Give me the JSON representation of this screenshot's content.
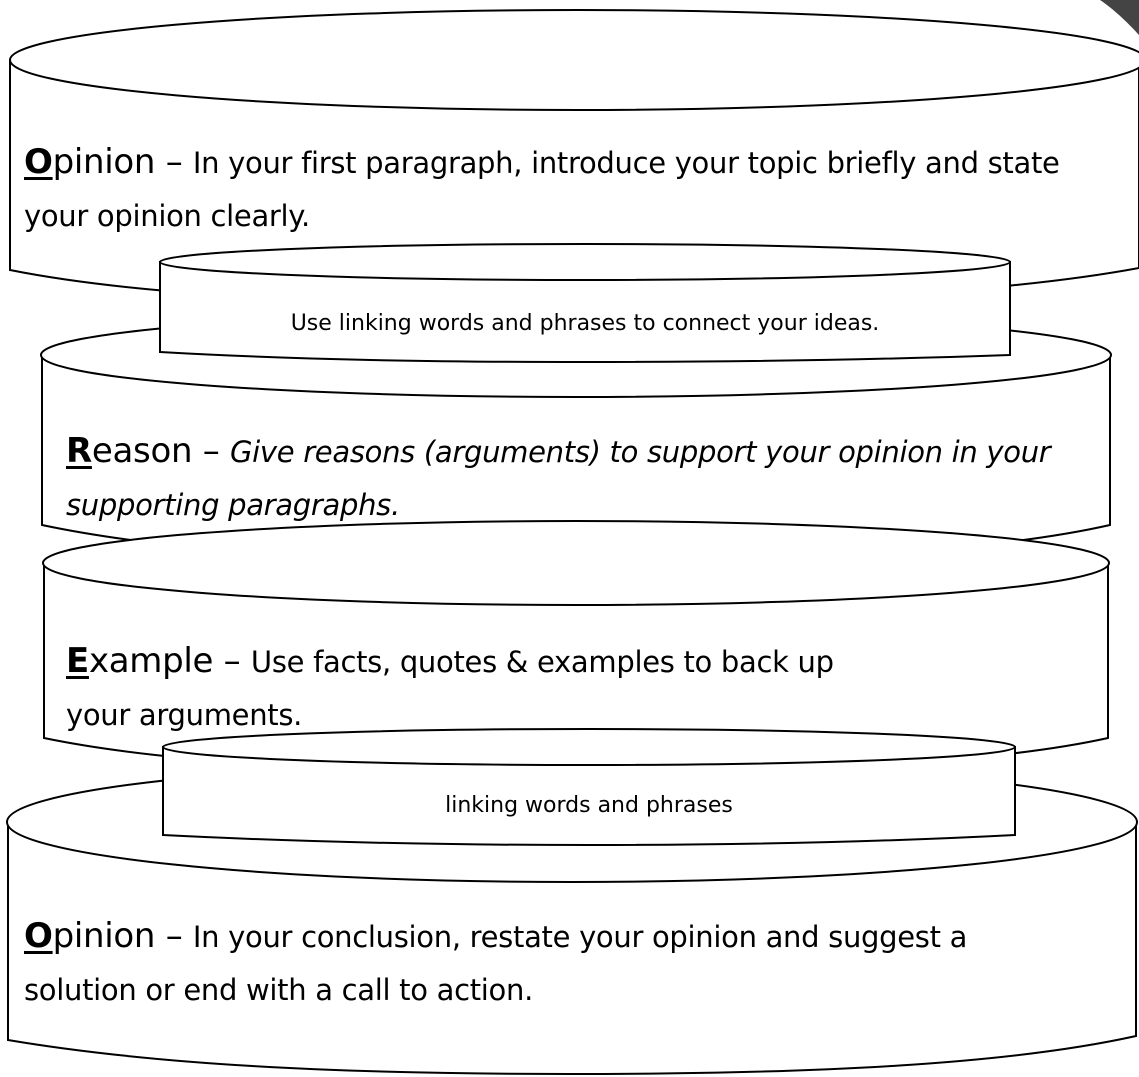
{
  "cylinders": [
    {
      "initial": "O",
      "rest": "pinion",
      "dash": " – ",
      "text": "In your first paragraph, introduce your topic briefly and state your opinion clearly."
    },
    {
      "initial": "R",
      "rest": "eason",
      "dash": " – ",
      "text": "Give reasons (arguments) to support your opinion in your supporting paragraphs."
    },
    {
      "initial": "E",
      "rest": "xample",
      "dash": " – ",
      "text": "Use facts, quotes & examples to back up your arguments."
    },
    {
      "initial": "O",
      "rest": "pinion",
      "dash": " – ",
      "text": "In your conclusion, restate your opinion and suggest a solution or end with a call to action."
    }
  ],
  "connectors": [
    {
      "text": "Use linking words and phrases to connect your ideas."
    },
    {
      "text": "linking words and phrases"
    }
  ]
}
